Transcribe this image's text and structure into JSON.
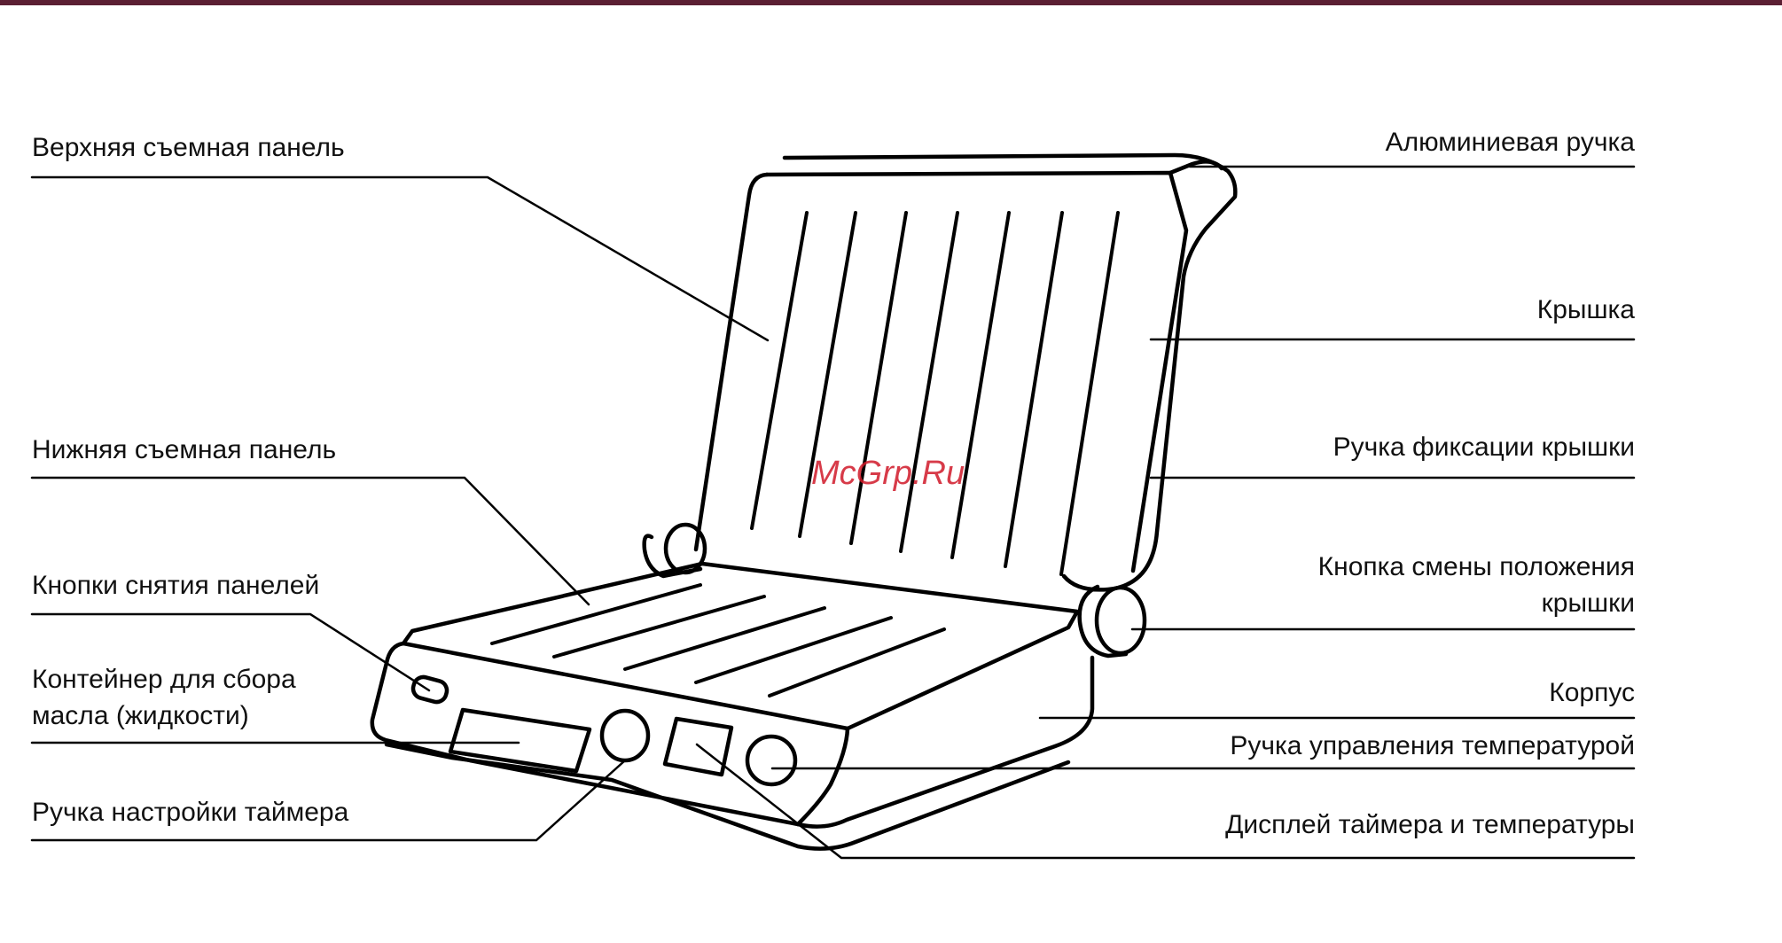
{
  "colors": {
    "top_bar": "#5b1f33",
    "line": "#000000",
    "text": "#111111",
    "watermark": "#d11a2a"
  },
  "watermark": "McGrp.Ru",
  "labels_left": [
    {
      "id": "upper-panel",
      "text": "Верхняя съемная панель"
    },
    {
      "id": "lower-panel",
      "text": "Нижняя съемная панель"
    },
    {
      "id": "panel-release-buttons",
      "text": "Кнопки снятия панелей"
    },
    {
      "id": "oil-container",
      "lines": [
        "Контейнер для сбора",
        "масла (жидкости)"
      ]
    },
    {
      "id": "timer-knob",
      "text": "Ручка настройки таймера"
    }
  ],
  "labels_right": [
    {
      "id": "aluminum-handle",
      "text": "Алюминиевая ручка"
    },
    {
      "id": "lid",
      "text": "Крышка"
    },
    {
      "id": "lid-lock-handle",
      "text": "Ручка фиксации крышки"
    },
    {
      "id": "lid-position-button",
      "lines": [
        "Кнопка смены положения",
        "крышки"
      ]
    },
    {
      "id": "housing",
      "text": "Корпус"
    },
    {
      "id": "temperature-knob",
      "text": "Ручка управления температурой"
    },
    {
      "id": "display",
      "text": "Дисплей таймера и температуры"
    }
  ]
}
